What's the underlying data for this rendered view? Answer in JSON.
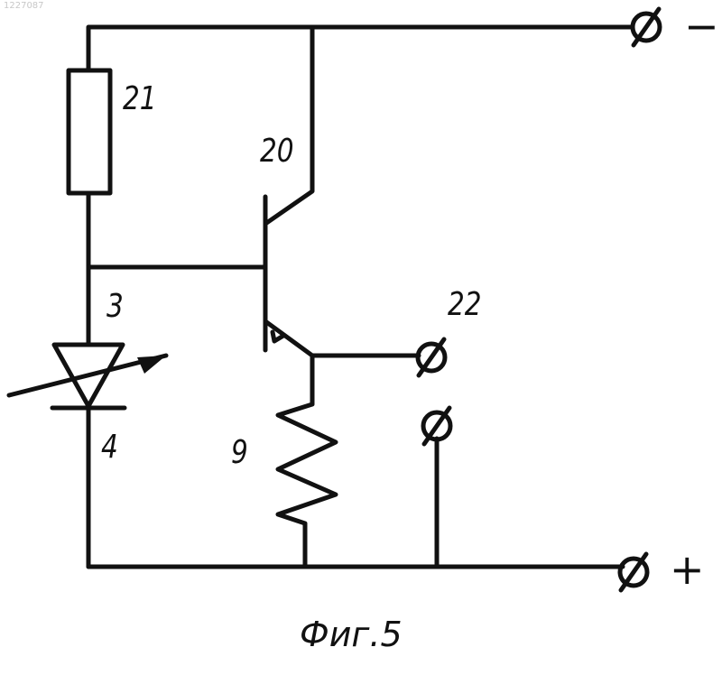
{
  "document_id": "1227087",
  "labels": {
    "resistor_21": "21",
    "transistor_20": "20",
    "photodiode_3": "3",
    "photodiode_4": "4",
    "terminal_22": "22",
    "resistor_9": "9",
    "minus_sign": "−",
    "plus_sign": "+"
  },
  "caption": "Фиг.5",
  "colors": {
    "ink": "#111111",
    "paper": "#ffffff"
  }
}
